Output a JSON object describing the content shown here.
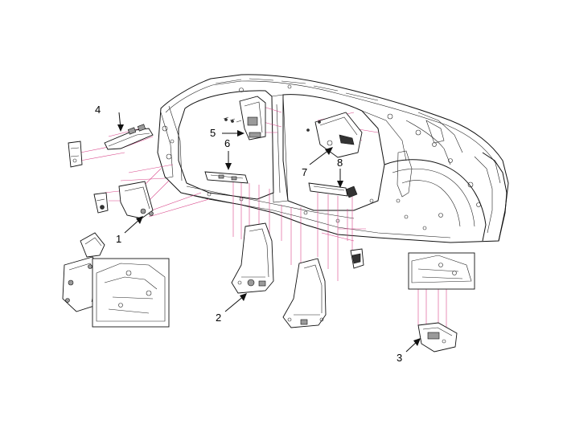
{
  "diagram": {
    "callouts": [
      {
        "id": "c1",
        "label": "1"
      },
      {
        "id": "c2",
        "label": "2"
      },
      {
        "id": "c3",
        "label": "3"
      },
      {
        "id": "c4",
        "label": "4"
      },
      {
        "id": "c5",
        "label": "5"
      },
      {
        "id": "c6",
        "label": "6"
      },
      {
        "id": "c7",
        "label": "7"
      },
      {
        "id": "c8",
        "label": "8"
      }
    ],
    "colors": {
      "line": "#111111",
      "leader_pink": "#d9468a",
      "fill_grey": "#9a9a9a"
    }
  }
}
